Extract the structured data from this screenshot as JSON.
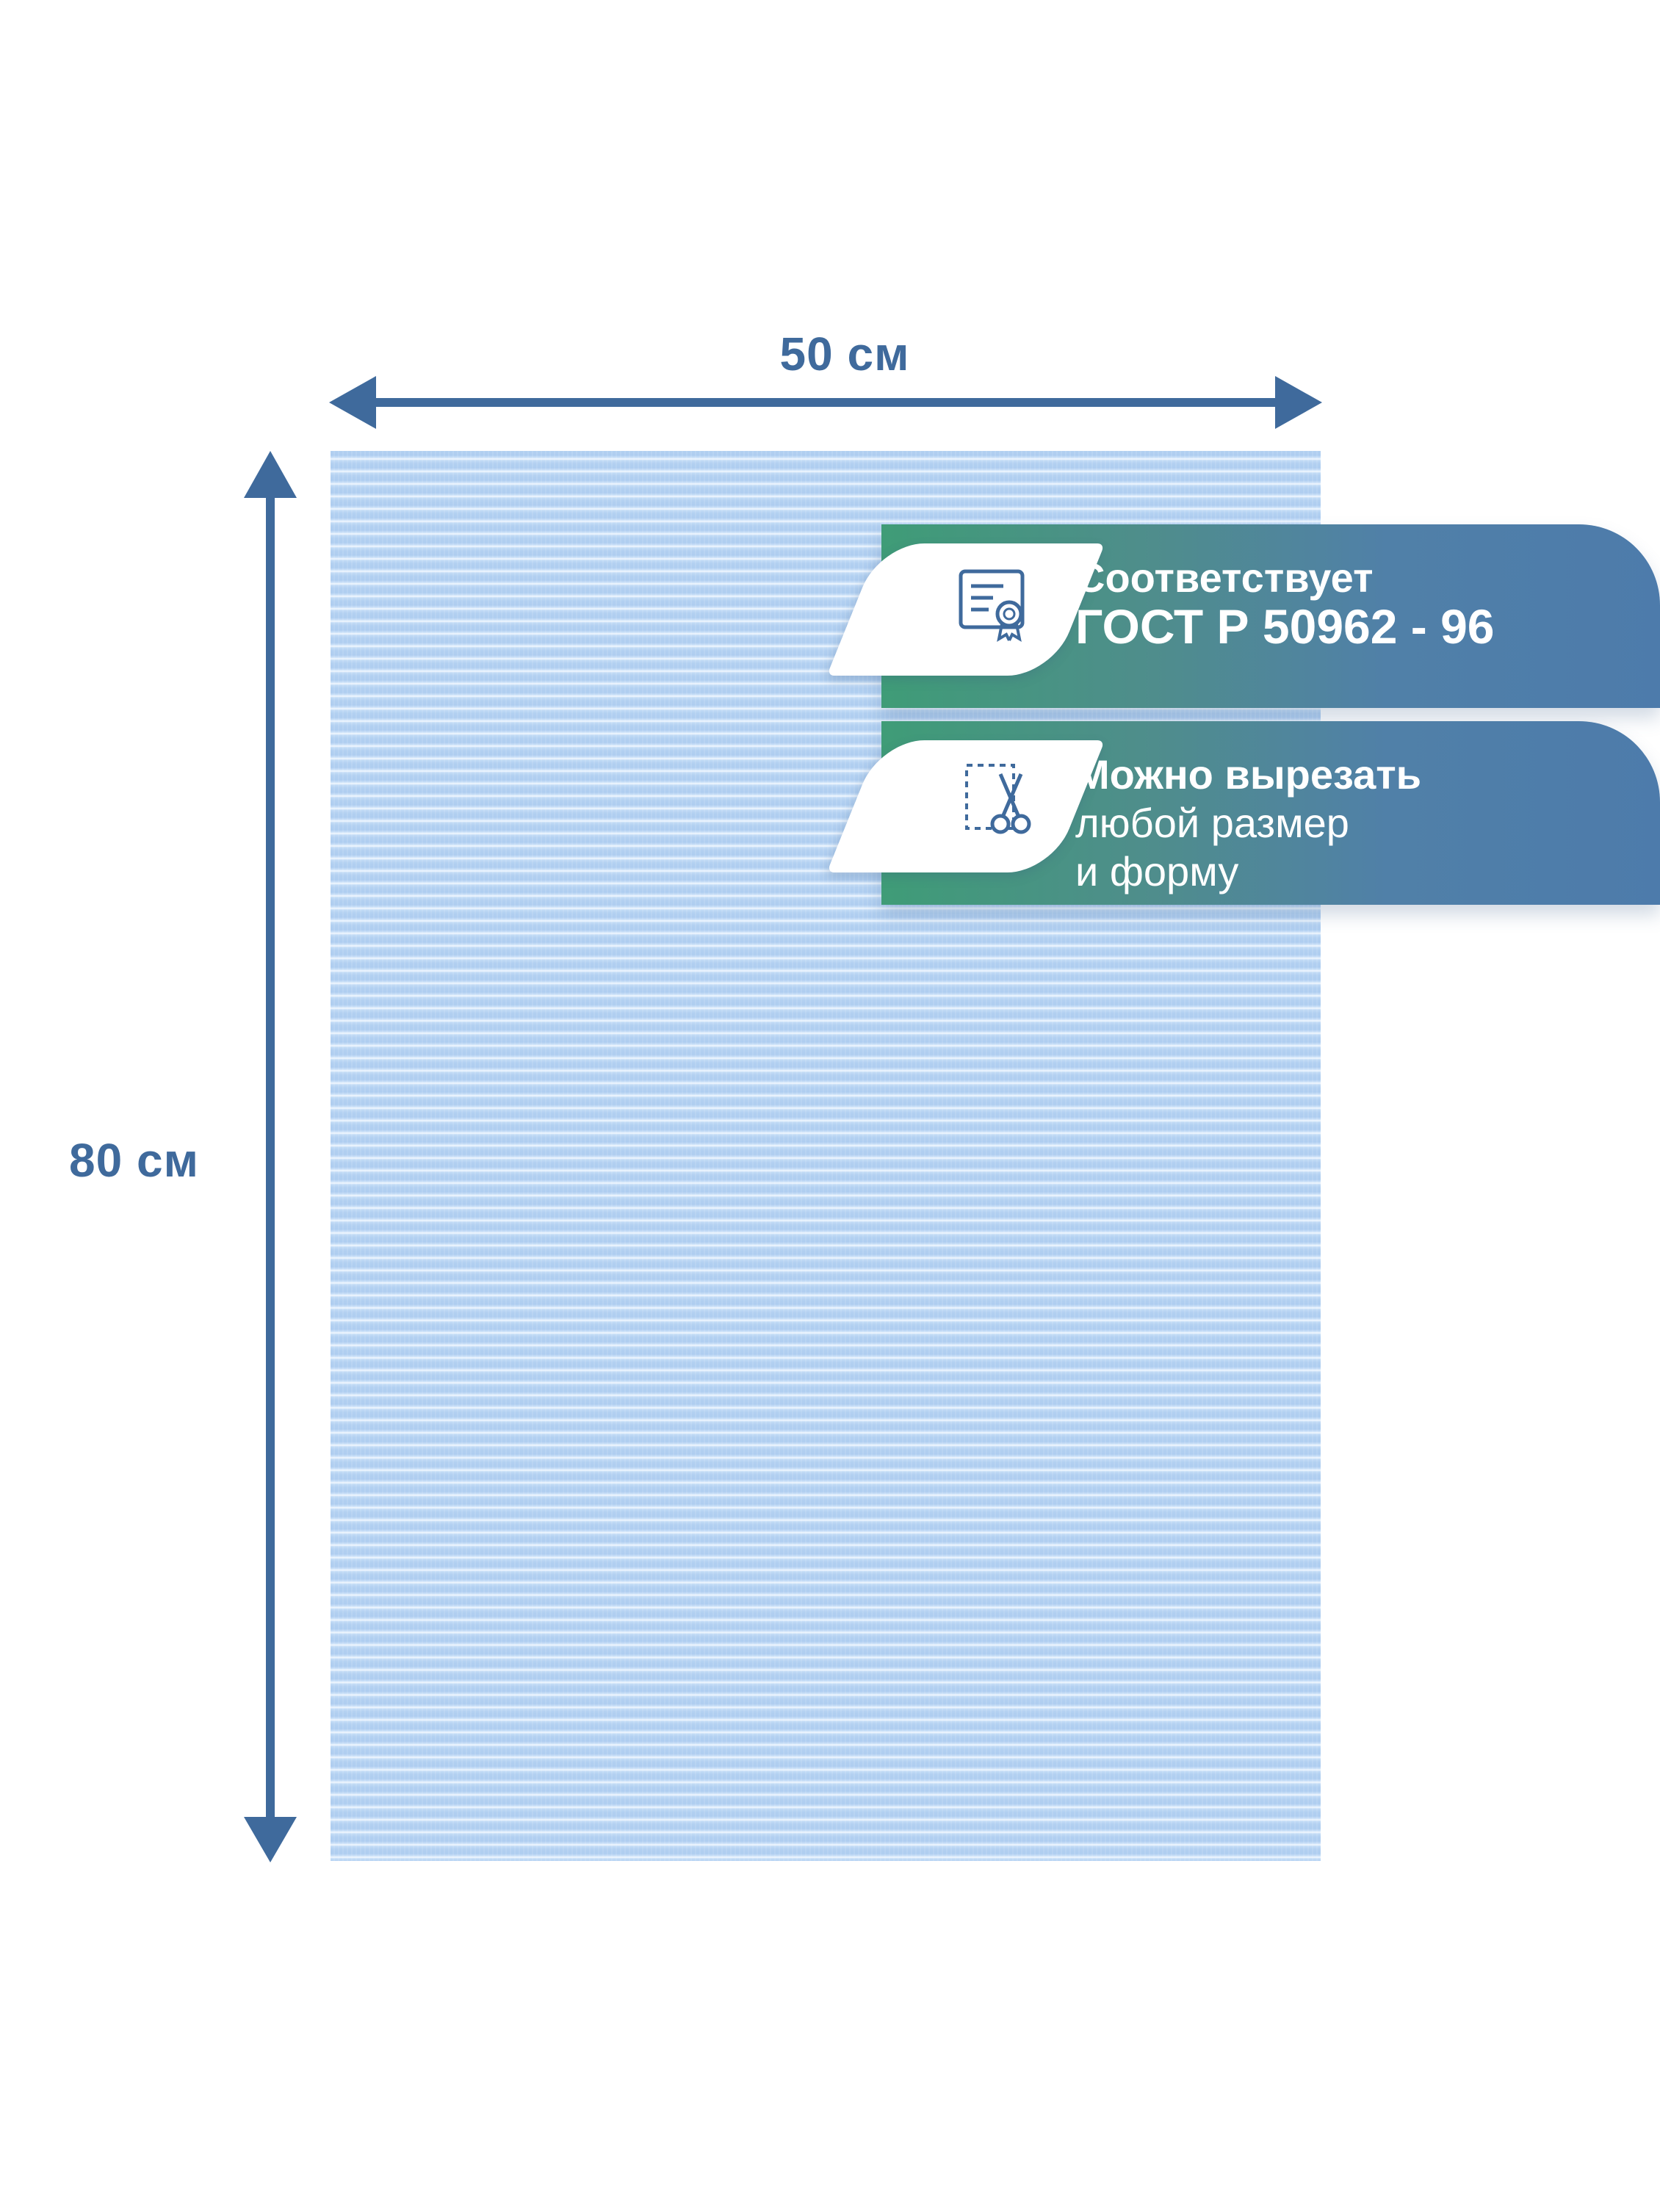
{
  "dimensions": {
    "width_label": "50 см",
    "height_label": "80 см"
  },
  "badges": [
    {
      "icon": "certificate-icon",
      "lines": [
        "Соответствует",
        "ГОСТ Р 50962 - 96"
      ]
    },
    {
      "icon": "scissors-cut-icon",
      "lines": [
        "Можно вырезать",
        "любой размер",
        "и форму"
      ]
    }
  ],
  "colors": {
    "arrow": "#3f6a9c",
    "mat": "#b4d2f3",
    "badge_green": "#3f9c77",
    "badge_blue": "#4d7bab"
  }
}
